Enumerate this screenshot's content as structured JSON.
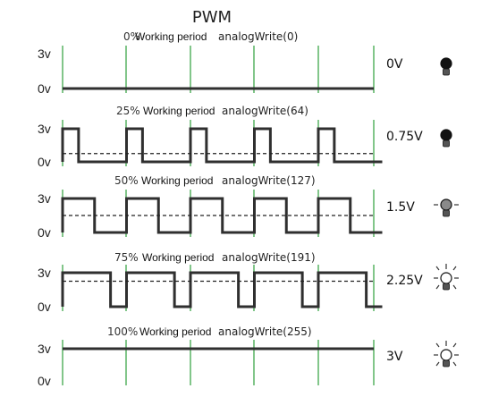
{
  "title": "PWM",
  "colors": {
    "wave": "#2f2f2f",
    "period_marker": "#3fa84a",
    "average_line": "#222222",
    "bulb_off": "#111111",
    "bulb_mid": "#8a8a8a",
    "bulb_bright": "#ffffff"
  },
  "rows": [
    {
      "high_label": "3v",
      "low_label": "0v",
      "duty_label": "0%",
      "period_label": "Working period",
      "call_label": "analogWrite(0)",
      "voltage": "0V",
      "duty": 0.0,
      "bulb": "bulb-off-icon"
    },
    {
      "high_label": "3v",
      "low_label": "0v",
      "duty_label": "25%",
      "period_label": "Working period",
      "call_label": "analogWrite(64)",
      "voltage": "0.75V",
      "duty": 0.25,
      "bulb": "bulb-off-icon"
    },
    {
      "high_label": "3v",
      "low_label": "0v",
      "duty_label": "50%",
      "period_label": "Working period",
      "call_label": "analogWrite(127)",
      "voltage": "1.5V",
      "duty": 0.5,
      "bulb": "bulb-dim-icon"
    },
    {
      "high_label": "3v",
      "low_label": "0v",
      "duty_label": "75%",
      "period_label": "Working period",
      "call_label": "analogWrite(191)",
      "voltage": "2.25V",
      "duty": 0.75,
      "bulb": "bulb-bright-icon"
    },
    {
      "high_label": "3v",
      "low_label": "0v",
      "duty_label": "100%",
      "period_label": "Working period",
      "call_label": "analogWrite(255)",
      "voltage": "3V",
      "duty": 1.0,
      "bulb": "bulb-bright-icon"
    }
  ]
}
